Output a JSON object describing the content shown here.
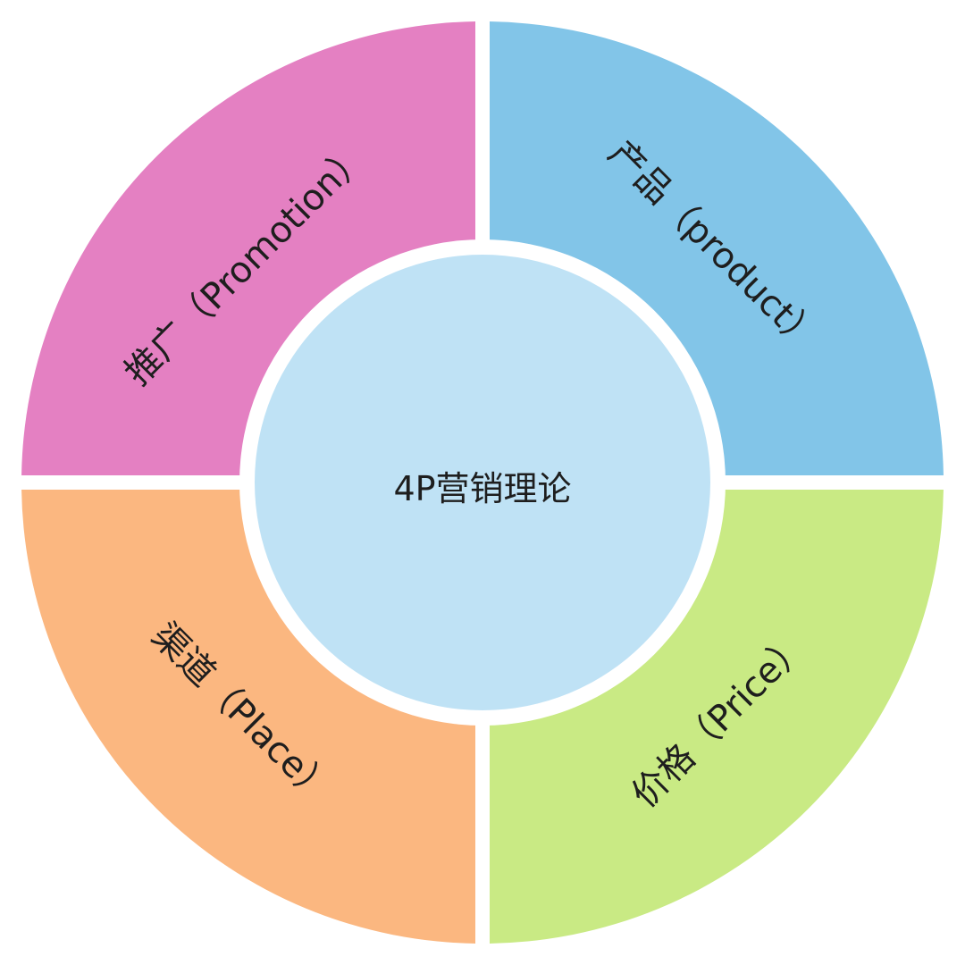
{
  "center": {
    "label": "4P营销理论",
    "color": "#BFE2F5"
  },
  "quadrants": [
    {
      "id": "promotion",
      "label": "推广（Promotion）",
      "color": "#E480C2"
    },
    {
      "id": "product",
      "label": "产品（product）",
      "color": "#82C5E8"
    },
    {
      "id": "place",
      "label": "渠道（Place）",
      "color": "#FBB780"
    },
    {
      "id": "price",
      "label": "价格（Price）",
      "color": "#C9EA84"
    }
  ]
}
